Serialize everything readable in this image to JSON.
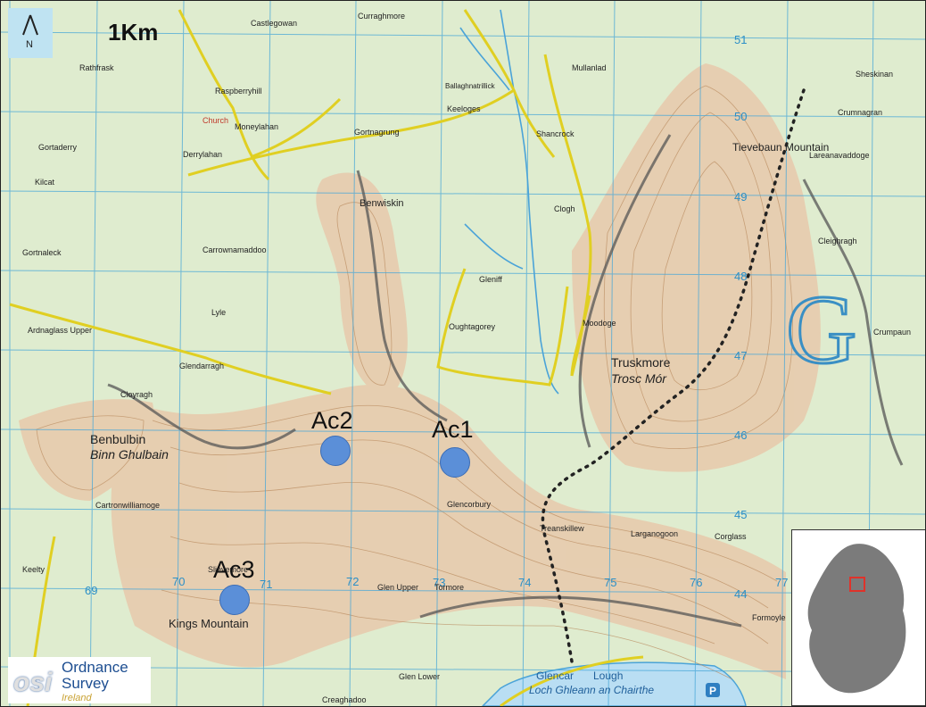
{
  "map": {
    "scale_label": "1Km",
    "north_label": "N",
    "colors": {
      "grid": "#47a7d8",
      "road": "#e0cf22",
      "upland": "#e8c9ab",
      "lowland": "#dfeccf",
      "river": "#4aa3d8",
      "lake": "#b9def3",
      "site_marker": "#5b8fd8"
    },
    "grid_eastings": [
      "69",
      "70",
      "71",
      "72",
      "73",
      "74",
      "75",
      "76",
      "77"
    ],
    "grid_northings": [
      "51",
      "50",
      "49",
      "48",
      "47",
      "46",
      "45",
      "44"
    ],
    "places": [
      "Castlegowan",
      "Curraghmore",
      "Rathfrask",
      "Raspberryhill",
      "Church",
      "Moneylahan",
      "Derrylahan",
      "Gortaderry",
      "Kilcat",
      "Gortnagrung",
      "Keeloges",
      "Shancrock",
      "Mullanlad",
      "Ballaghnatrillick",
      "Benwiskin",
      "Carrownamaddoo",
      "Gortnaleck",
      "Ardnaglass Upper",
      "Lyle",
      "Glendarragh",
      "Cloyragh",
      "Gleniff",
      "Oughtagorey",
      "Moodoge",
      "Clogh",
      "Truskmore",
      "Trosc Mór",
      "Tievebaun Mountain",
      "Sheskinan",
      "Crumnagran",
      "Lareanavaddoge",
      "Cleighragh",
      "Crumpaun",
      "Benbulbin",
      "Binn Ghulbain",
      "Cartronwilliamoge",
      "Glencorbury",
      "Treanskillew",
      "Larganogoon",
      "Corglass",
      "Keelty",
      "Slievemore",
      "Kings Mountain",
      "Glen Upper",
      "Tormore",
      "Glen Lower",
      "Creaghadoo",
      "Glencar",
      "Lough",
      "Loch Ghleann an Chairthe",
      "Formoyle"
    ],
    "sites": [
      {
        "label": "Ac1"
      },
      {
        "label": "Ac2"
      },
      {
        "label": "Ac3"
      }
    ]
  },
  "inset": {
    "name": "Ireland location inset"
  },
  "logo": {
    "abbr": "osi",
    "line1": "Ordnance",
    "line2": "Survey",
    "line3": "Ireland"
  }
}
